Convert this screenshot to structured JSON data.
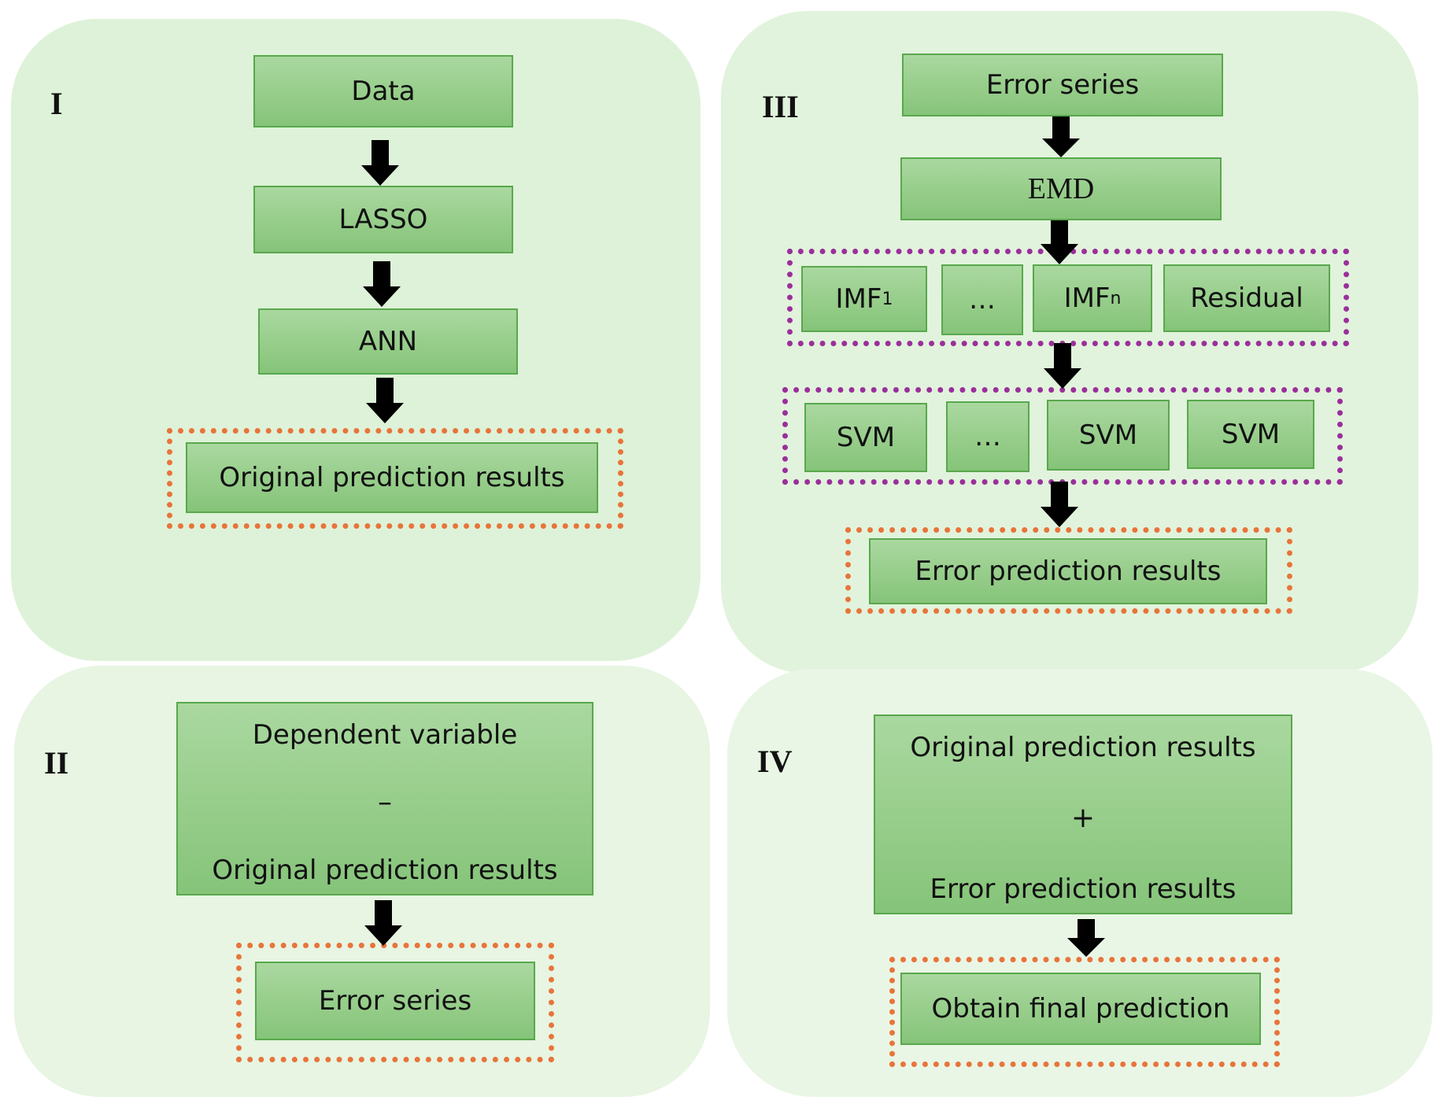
{
  "panels": {
    "p1": {
      "label": "I"
    },
    "p2": {
      "label": "II"
    },
    "p3": {
      "label": "III"
    },
    "p4": {
      "label": "IV"
    }
  },
  "stage1": {
    "data": "Data",
    "lasso": "LASSO",
    "ann": "ANN",
    "result": "Original prediction results"
  },
  "stage2": {
    "line1": "Dependent variable",
    "operator": "–",
    "line2": "Original prediction results",
    "result": "Error series"
  },
  "stage3": {
    "input": "Error series",
    "emd": "EMD",
    "imf1": "IMF",
    "imf1_sub": "1",
    "ellipsis1": "…",
    "imfn": "IMF",
    "imfn_sub": "n",
    "residual": "Residual",
    "svm1": "SVM",
    "ellipsis2": "…",
    "svm2": "SVM",
    "svm3": "SVM",
    "result": "Error prediction results"
  },
  "stage4": {
    "line1": "Original prediction results",
    "operator": "+",
    "line2": "Error prediction results",
    "result": "Obtain final prediction"
  },
  "colors": {
    "box_fill": "#96cd8a",
    "box_border": "#58a84c",
    "orange_dots": "#e8743b",
    "purple_dots": "#9b2f9b",
    "arrow": "#000000"
  }
}
